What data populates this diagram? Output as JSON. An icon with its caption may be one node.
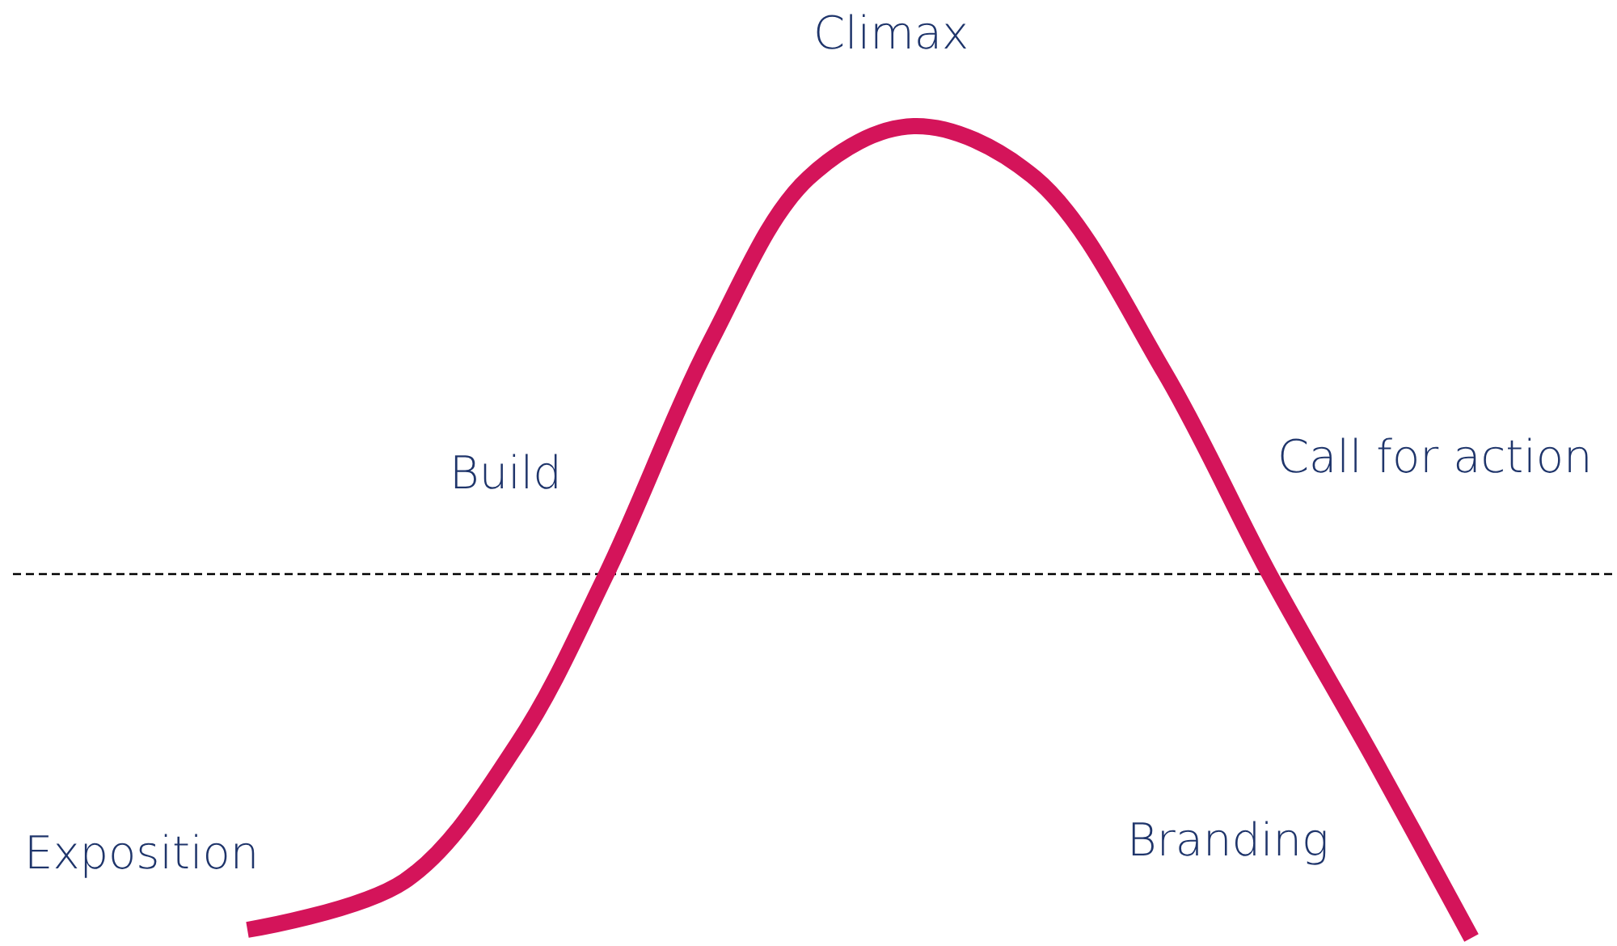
{
  "diagram": {
    "labels": [
      "Climax",
      "Build",
      "Call for action",
      "Exposition",
      "Branding"
    ]
  }
}
